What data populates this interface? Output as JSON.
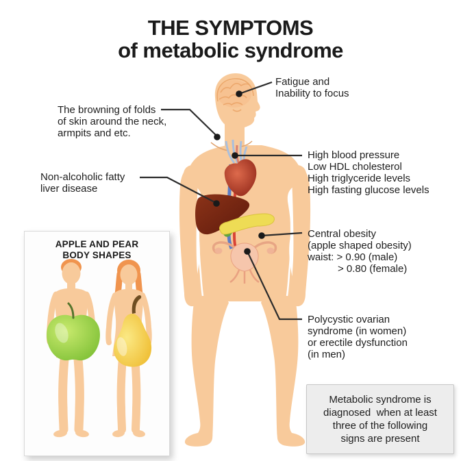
{
  "title": {
    "line1": "THE SYMPTOMS",
    "line2": "of metabolic syndrome"
  },
  "callouts": {
    "fatigue": {
      "lines": [
        "Fatigue and",
        "Inability to focus"
      ]
    },
    "skin_browning": {
      "lines": [
        "The browning of folds",
        "of skin around the neck,",
        "armpits and etc."
      ]
    },
    "blood": {
      "lines": [
        "High blood pressure",
        "Low HDL cholesterol",
        "High triglyceride levels",
        "High fasting glucose levels"
      ]
    },
    "liver": {
      "lines": [
        "Non-alcoholic fatty",
        "liver disease"
      ]
    },
    "central_obesity": {
      "lines": [
        "Central obesity",
        "(apple shaped obesity)",
        "waist: > 0.90 (male)",
        "> 0.80 (female)"
      ]
    },
    "polycystic": {
      "lines": [
        "Polycystic ovarian",
        "syndrome (in women)",
        "or erectile dysfunction",
        "(in men)"
      ]
    }
  },
  "inset": {
    "title_line1": "APPLE AND PEAR",
    "title_line2": "BODY SHAPES"
  },
  "note_box": {
    "lines": [
      "Metabolic syndrome is",
      "diagnosed  when at least",
      "three of the following",
      "signs are present"
    ]
  },
  "colors": {
    "skin": "#F8CA9B",
    "leader_line": "#2B2B2B",
    "text": "#1D1D1D",
    "apple_green": "#8CC83F",
    "pear_yellow": "#F3C437",
    "hair_orange": "#F0944E",
    "liver_dark_red": "#6E2113",
    "heart_red": "#C24534",
    "pancreas_yellow": "#EEDC55",
    "gallbladder_green": "#61A43E",
    "vessel_blue": "#5C7CC5",
    "vessel_red": "#D84436",
    "uterus_pink": "#F6C6AC",
    "note_box_bg": "#EDEDED",
    "inset_bg": "#FDFDFD"
  }
}
